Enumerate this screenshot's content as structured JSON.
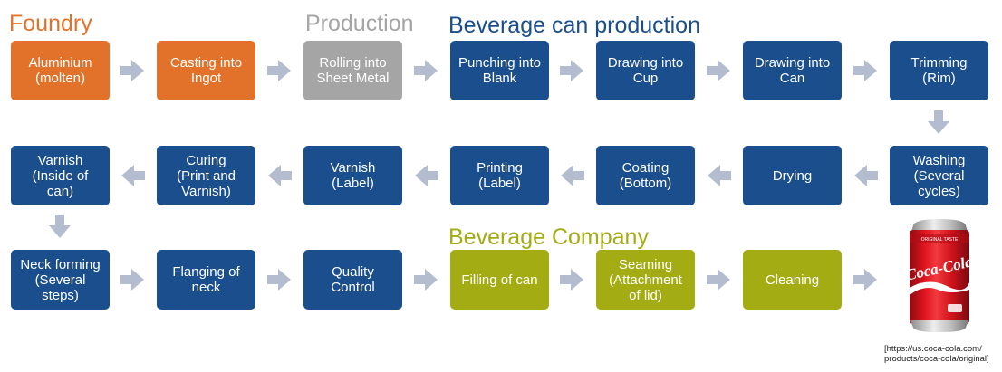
{
  "colors": {
    "orange": "#E2722A",
    "gray": "#A5A5A5",
    "blue": "#1A4E8C",
    "olive": "#A3AC12",
    "arrow": "#B4BCCF"
  },
  "headings": {
    "foundry": "Foundry",
    "production": "Production",
    "beverage_can_production": "Beverage can production",
    "beverage_company": "Beverage Company"
  },
  "steps": {
    "aluminium": "Aluminium\n(molten)",
    "casting": "Casting into\nIngot",
    "rolling": "Rolling into\nSheet Metal",
    "punching": "Punching into\nBlank",
    "drawing_cup": "Drawing into\nCup",
    "drawing_can": "Drawing into\nCan",
    "trimming": "Trimming\n(Rim)",
    "washing": "Washing\n(Several\ncycles)",
    "drying": "Drying",
    "coating": "Coating\n(Bottom)",
    "printing": "Printing\n(Label)",
    "varnish_label": "Varnish\n(Label)",
    "curing": "Curing\n(Print and\nVarnish)",
    "varnish_inside": "Varnish\n(Inside of\ncan)",
    "neck_forming": "Neck forming\n(Several\nsteps)",
    "flanging": "Flanging of\nneck",
    "quality": "Quality\nControl",
    "filling": "Filling of can",
    "seaming": "Seaming\n(Attachment\nof lid)",
    "cleaning": "Cleaning"
  },
  "can_image": {
    "brand": "Coca-Cola",
    "band_text": "ORIGINAL TASTE"
  },
  "source_note": "[https://us.coca-cola.com/\nproducts/coca-cola/original]"
}
